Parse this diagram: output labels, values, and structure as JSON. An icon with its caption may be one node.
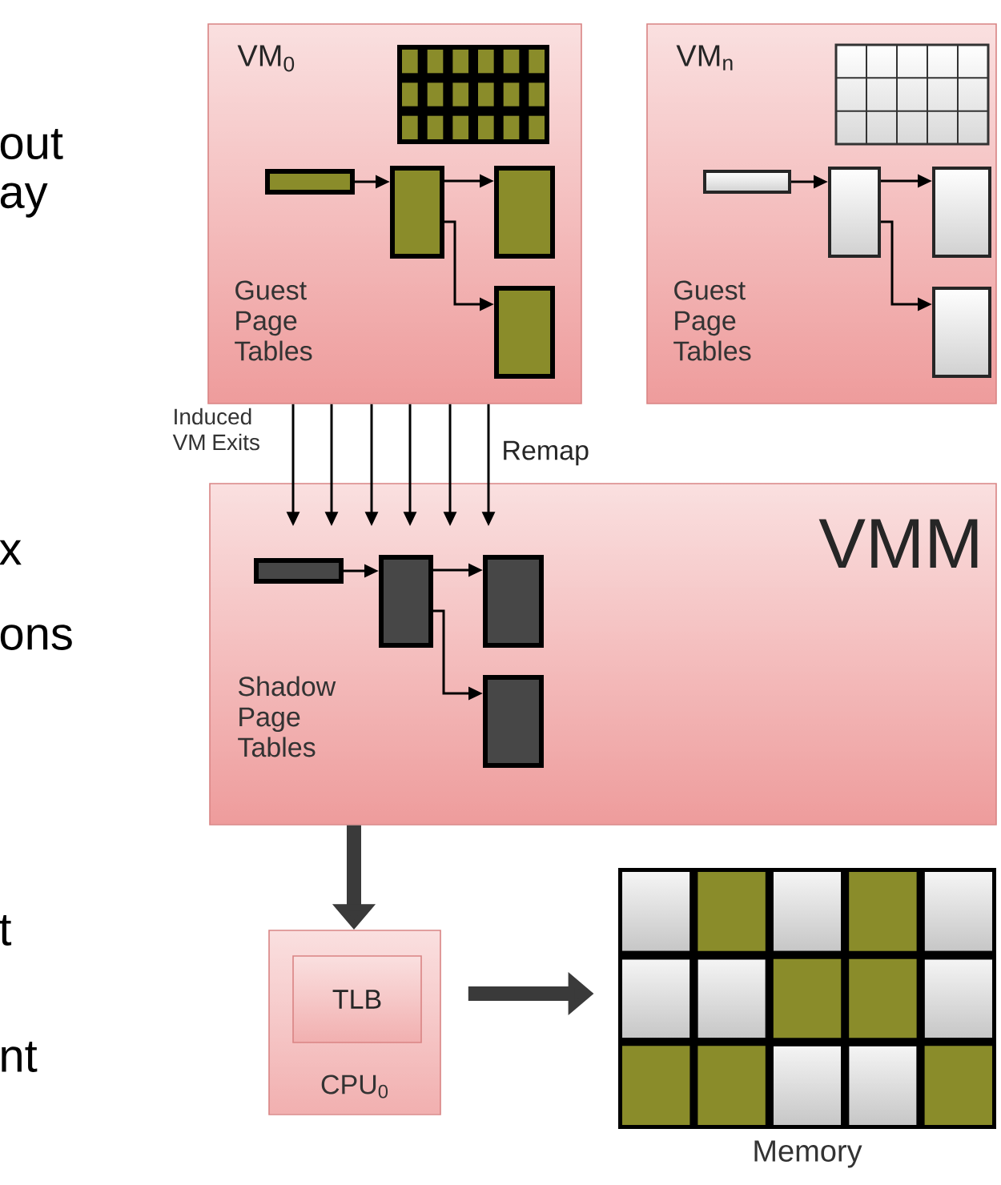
{
  "diagram": {
    "nodes": [
      {
        "text": [
          "VM$_{0}$",
          "Guest Page Tables"
        ]
      },
      {
        "text": [
          "VM$_{n}$",
          "Guest Page Tables"
        ]
      },
      {
        "text": [
          "VMM",
          "Shadow Page Tables"
        ]
      },
      {
        "text": [
          "CPU$_{0}$"
        ]
      },
      {
        "text": [
          "TLB"
        ],
        "in": 3
      },
      {
        "text": [
          "Memory"
        ]
      },
      {
        "text": [],
        "shape": "box",
        "in": 0
      },
      {
        "text": [],
        "shape": "box",
        "in": 0
      },
      {
        "text": [],
        "shape": "box",
        "in": 0
      },
      {
        "text": [],
        "shape": "box",
        "in": 0
      },
      {
        "text": [],
        "shape": "box",
        "in": 1
      },
      {
        "text": [],
        "shape": "box",
        "in": 1
      },
      {
        "text": [],
        "shape": "box",
        "in": 1
      },
      {
        "text": [],
        "shape": "box",
        "in": 1
      },
      {
        "text": [],
        "shape": "box",
        "in": 2
      },
      {
        "text": [],
        "shape": "box",
        "in": 2
      },
      {
        "text": [],
        "shape": "box",
        "in": 2
      },
      {
        "text": [],
        "shape": "box",
        "in": 2
      }
    ],
    "edges": [
      {
        "from": 6,
        "to": 7,
        "arrow": "to"
      },
      {
        "from": 7,
        "to": 8,
        "arrow": "to"
      },
      {
        "from": 7,
        "to": 9,
        "arrow": "to"
      },
      {
        "from": 10,
        "to": 11,
        "arrow": "to"
      },
      {
        "from": 11,
        "to": 12,
        "arrow": "to"
      },
      {
        "from": 11,
        "to": 13,
        "arrow": "to"
      },
      {
        "from": 14,
        "to": 15,
        "arrow": "to"
      },
      {
        "from": 15,
        "to": 16,
        "arrow": "to"
      },
      {
        "from": 15,
        "to": 17,
        "arrow": "to"
      },
      {
        "from": 0,
        "to": 2,
        "arrow": "to",
        "label": "Induced VM Exits"
      },
      {
        "from": 0,
        "to": 2,
        "arrow": "to"
      },
      {
        "from": 0,
        "to": 2,
        "arrow": "to"
      },
      {
        "from": 0,
        "to": 2,
        "arrow": "to"
      },
      {
        "from": 0,
        "to": 2,
        "arrow": "to"
      },
      {
        "from": 0,
        "to": 2,
        "arrow": "to",
        "label": "Remap"
      },
      {
        "from": 2,
        "to": 3,
        "arrow": "to",
        "style": "thick"
      },
      {
        "from": 3,
        "to": 5,
        "arrow": "to",
        "style": "thick"
      }
    ],
    "labels": [
      "out",
      "ay",
      "x",
      "ons",
      "t",
      "nt"
    ]
  }
}
